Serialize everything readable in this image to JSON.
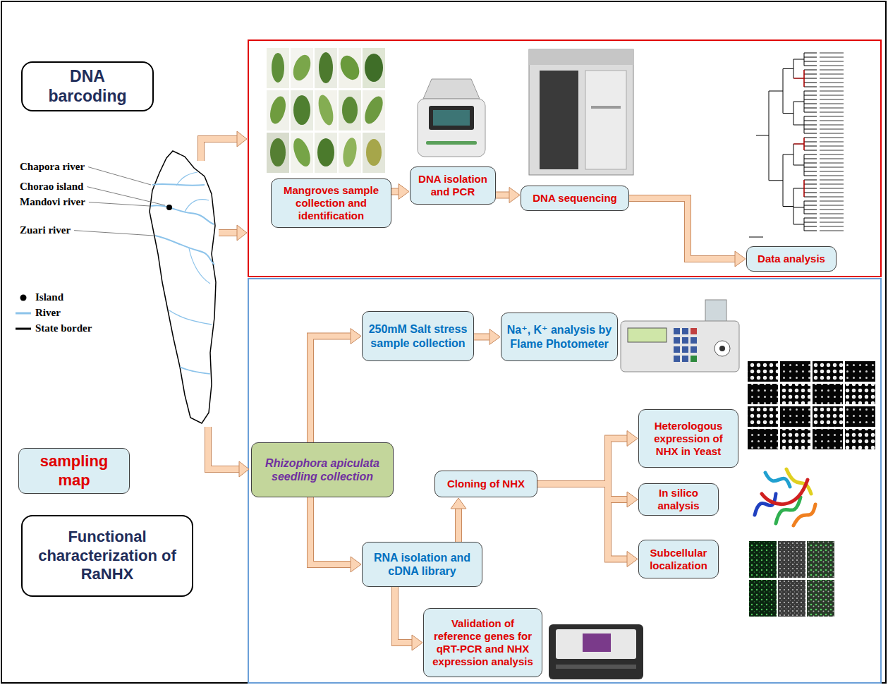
{
  "diagram": {
    "nodes": [
      {
        "text": [
          "DNA barcoding"
        ]
      },
      {
        "text": [
          "Mangroves sample collection and identification"
        ]
      },
      {
        "text": [
          "DNA isolation and PCR"
        ]
      },
      {
        "text": [
          "DNA sequencing"
        ]
      },
      {
        "text": [
          "Data analysis"
        ]
      },
      {
        "text": [
          "sampling map"
        ]
      },
      {
        "text": [
          "Rhizophora apiculata seedling collection"
        ]
      },
      {
        "text": [
          "250mM Salt stress sample collection"
        ]
      },
      {
        "text": [
          "Na⁺, K⁺ analysis by Flame Photometer"
        ]
      },
      {
        "text": [
          "Functional characterization of RaNHX"
        ]
      },
      {
        "text": [
          "Cloning of NHX"
        ]
      },
      {
        "text": [
          "Heterologous expression of NHX in Yeast"
        ]
      },
      {
        "text": [
          "In silico analysis"
        ]
      },
      {
        "text": [
          "Subcellular localization"
        ]
      },
      {
        "text": [
          "RNA isolation and cDNA library"
        ]
      },
      {
        "text": [
          "Validation of reference genes for qRT-PCR and NHX expression analysis"
        ]
      }
    ],
    "edges": [
      {
        "from": 1,
        "to": 2,
        "arrow": "to"
      },
      {
        "from": 2,
        "to": 3,
        "arrow": "to"
      },
      {
        "from": 3,
        "to": 4,
        "arrow": "to"
      },
      {
        "from": 6,
        "to": 7,
        "arrow": "to"
      },
      {
        "from": 7,
        "to": 8,
        "arrow": "to"
      },
      {
        "from": 6,
        "to": 14,
        "arrow": "to"
      },
      {
        "from": 14,
        "to": 10,
        "arrow": "to"
      },
      {
        "from": 14,
        "to": 15,
        "arrow": "to"
      },
      {
        "from": 10,
        "to": 11,
        "arrow": "to"
      },
      {
        "from": 10,
        "to": 12,
        "arrow": "to"
      },
      {
        "from": 10,
        "to": 13,
        "arrow": "to"
      }
    ],
    "labels": [
      "Chapora river",
      "Chorao island",
      "Mandovi river",
      "Zuari river"
    ],
    "legend": [
      {
        "text": "Island"
      },
      {
        "text": "River"
      },
      {
        "text": "State border"
      }
    ]
  }
}
